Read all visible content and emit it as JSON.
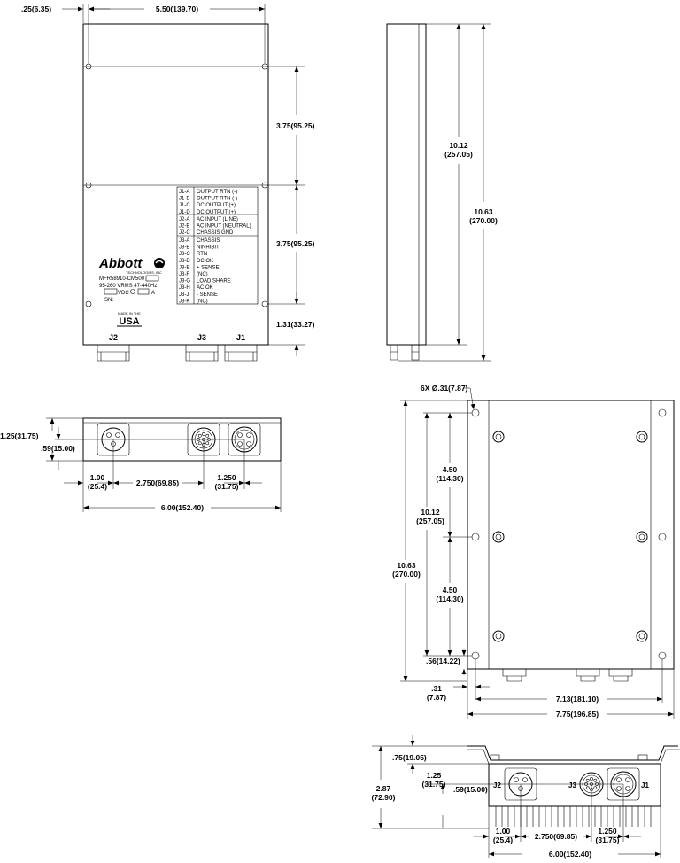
{
  "front_view": {
    "dims": {
      "left_offset": ".25(6.35)",
      "width": "5.50(139.70)",
      "upper_spacing": "3.75(95.25)",
      "lower_spacing": "3.75(95.25)",
      "bottom_offset": "1.31(33.27)"
    },
    "pin_table": {
      "j1": [
        {
          "pin": "J1-A",
          "fn": "OUTPUT RTN (-)"
        },
        {
          "pin": "J1-B",
          "fn": "OUTPUT RTN (-)"
        },
        {
          "pin": "J1-C",
          "fn": "DC OUTPUT (+)"
        },
        {
          "pin": "J1-D",
          "fn": "DC OUTPUT (+)"
        }
      ],
      "j2": [
        {
          "pin": "J2-A",
          "fn": "AC INPUT (LINE)"
        },
        {
          "pin": "J2-B",
          "fn": "AC INPUT (NEUTRAL)"
        },
        {
          "pin": "J2-C",
          "fn": "CHASSIS GND"
        }
      ],
      "j3": [
        {
          "pin": "J3-A",
          "fn": "CHASSIS"
        },
        {
          "pin": "J3-B",
          "fn": "NINHIBIT"
        },
        {
          "pin": "J3-C",
          "fn": "RTN"
        },
        {
          "pin": "J3-D",
          "fn": "DC OK"
        },
        {
          "pin": "J3-E",
          "fn": "+ SENSE"
        },
        {
          "pin": "J3-F",
          "fn": "(NC)"
        },
        {
          "pin": "J3-G",
          "fn": "LOAD SHARE"
        },
        {
          "pin": "J3-H",
          "fn": "AC OK"
        },
        {
          "pin": "J3-J",
          "fn": "- SENSE"
        },
        {
          "pin": "J3-K",
          "fn": "(NC)"
        }
      ]
    },
    "label": {
      "brand": "Abbott",
      "sub": "TECHNOLOGIES, INC",
      "model": "MFR58910-CM500",
      "input": "95-260 VRMS 47-440Hz",
      "vdc": "VDC",
      "amp": "A",
      "sn": "SN:",
      "made_in": "MADE IN THE",
      "usa": "USA"
    },
    "connectors": {
      "j2": "J2",
      "j3": "J3",
      "j1": "J1"
    }
  },
  "side_view": {
    "dims": {
      "inner_height": "10.12\n(257.05)",
      "overall_height": "10.63\n(270.00)"
    }
  },
  "end_view": {
    "dims": {
      "height_a": "1.25(31.75)",
      "height_b": ".59(15.00)",
      "offset_left": "1.00\n(25.4)",
      "spacing": "2.750(69.85)",
      "spacing_right": "1.250\n(31.75)",
      "width": "6.00(152.40)"
    }
  },
  "top_view": {
    "dims": {
      "holes": "6X Ø.31(7.87)",
      "spacing_a": "4.50\n(114.30)",
      "spacing_b": "4.50\n(114.30)",
      "inner_height": "10.12\n(257.05)",
      "overall_height": "10.63\n(270.00)",
      "bottom_hole": ".56(14.22)",
      "flange": ".31\n(7.87)",
      "depth": "7.13(181.10)",
      "overall_depth": "7.75(196.85)"
    }
  },
  "bottom_end_view": {
    "connectors": {
      "j2": "J2",
      "j3": "J3",
      "j1": "J1"
    },
    "dims": {
      "flange_height": ".75(19.05)",
      "height_a": "1.25\n(31.75)",
      "height_b": ".59(15.00)",
      "overall": "2.87\n(72.90)",
      "offset_left": "1.00\n(25.4)",
      "spacing": "2.750(69.85)",
      "spacing_right": "1.250\n(31.75)",
      "width": "6.00(152.40)"
    }
  }
}
